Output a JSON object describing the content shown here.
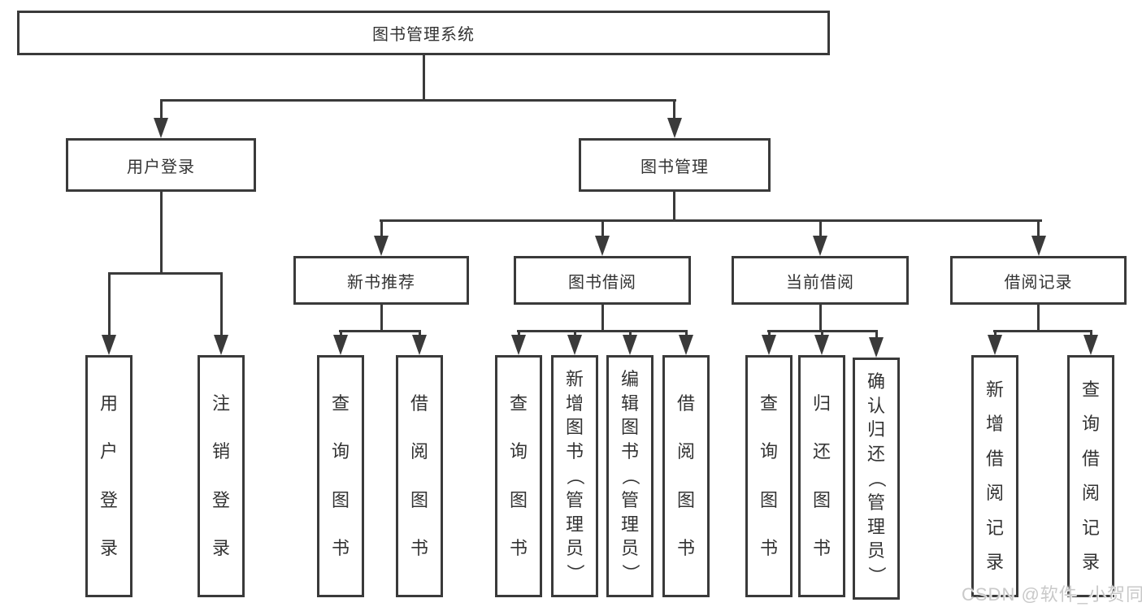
{
  "diagram_type": "hierarchy-tree",
  "hierarchy": {
    "root": "图书管理系统",
    "children": [
      {
        "label": "用户登录",
        "children": [
          "用户登录",
          "注销登录"
        ]
      },
      {
        "label": "图书管理",
        "children": [
          {
            "label": "新书推荐",
            "children": [
              "查询图书",
              "借阅图书"
            ]
          },
          {
            "label": "图书借阅",
            "children": [
              "查询图书",
              "新增图书（管理员）",
              "编辑图书（管理员）",
              "借阅图书"
            ]
          },
          {
            "label": "当前借阅",
            "children": [
              "查询图书",
              "归还图书",
              "确认归还（管理员）"
            ]
          },
          {
            "label": "借阅记录",
            "children": [
              "新增借阅记录",
              "查询借阅记录"
            ]
          }
        ]
      }
    ]
  },
  "watermark": "CSDN @软件_小贺同学",
  "colors": {
    "line": "#3a3a3a",
    "text": "#333333",
    "background": "#ffffff",
    "watermark": "#c9c9c9"
  }
}
